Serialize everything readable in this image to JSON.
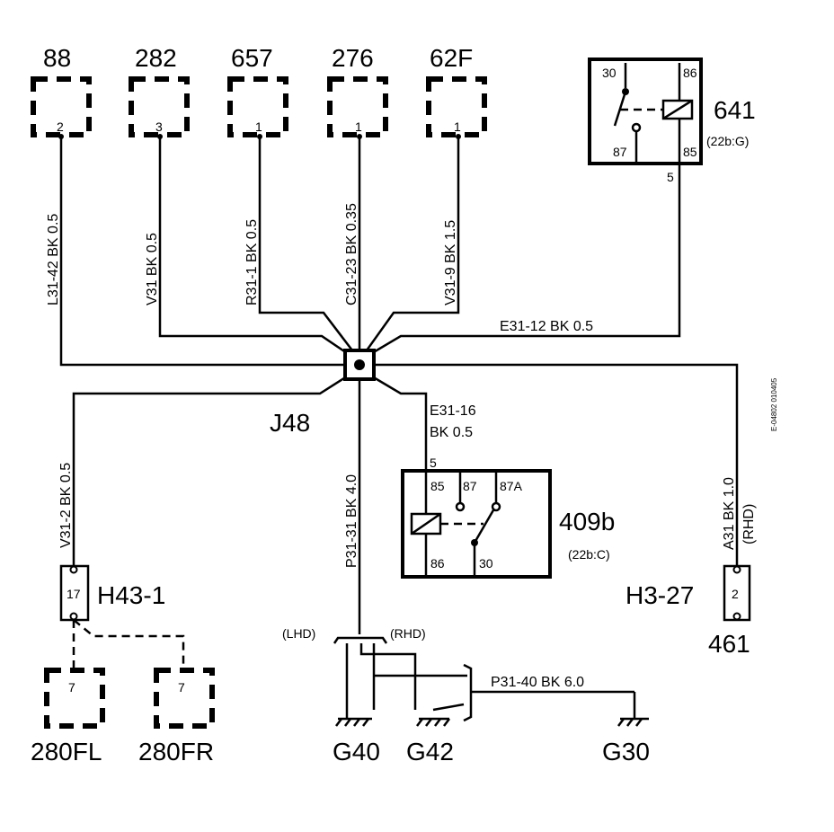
{
  "top_connectors": [
    {
      "id": "88",
      "pin": "2",
      "wire": "L31-42  BK  0.5"
    },
    {
      "id": "282",
      "pin": "3",
      "wire": "V31  BK  0.5"
    },
    {
      "id": "657",
      "pin": "1",
      "wire": "R31-1  BK  0.5"
    },
    {
      "id": "276",
      "pin": "1",
      "wire": "C31-23  BK  0.35"
    },
    {
      "id": "62F",
      "pin": "1",
      "wire": "V31-9  BK  1.5"
    }
  ],
  "relay_641": {
    "id": "641",
    "ref": "(22b:G)",
    "pins": [
      "30",
      "86",
      "87",
      "85"
    ],
    "out_pin": "5",
    "wire": "E31-12   BK   0.5"
  },
  "junction": {
    "id": "J48"
  },
  "relay_409b": {
    "id": "409b",
    "ref": "(22b:C)",
    "pins": [
      "85",
      "87",
      "87A",
      "86",
      "30"
    ],
    "in_pin": "5",
    "wire1": "E31-16",
    "wire2": "BK    0.5"
  },
  "ground_wire": "P31-31   BK   4.0",
  "h43": {
    "id": "H43-1",
    "pin": "17",
    "wire": "V31-2  BK  0.5"
  },
  "h3": {
    "id": "H3-27",
    "pin": "2",
    "wire": "A31  BK  1.0",
    "side": "(RHD)",
    "bottom": "461"
  },
  "bottom_connectors": [
    {
      "id": "280FL",
      "pin": "7"
    },
    {
      "id": "280FR",
      "pin": "7"
    }
  ],
  "lhd": "(LHD)",
  "rhd": "(RHD)",
  "ground_p31_40": "P31-40   BK   6.0",
  "grounds": [
    "G40",
    "G42",
    "G30"
  ],
  "drawing_code": "E-04802 010405"
}
